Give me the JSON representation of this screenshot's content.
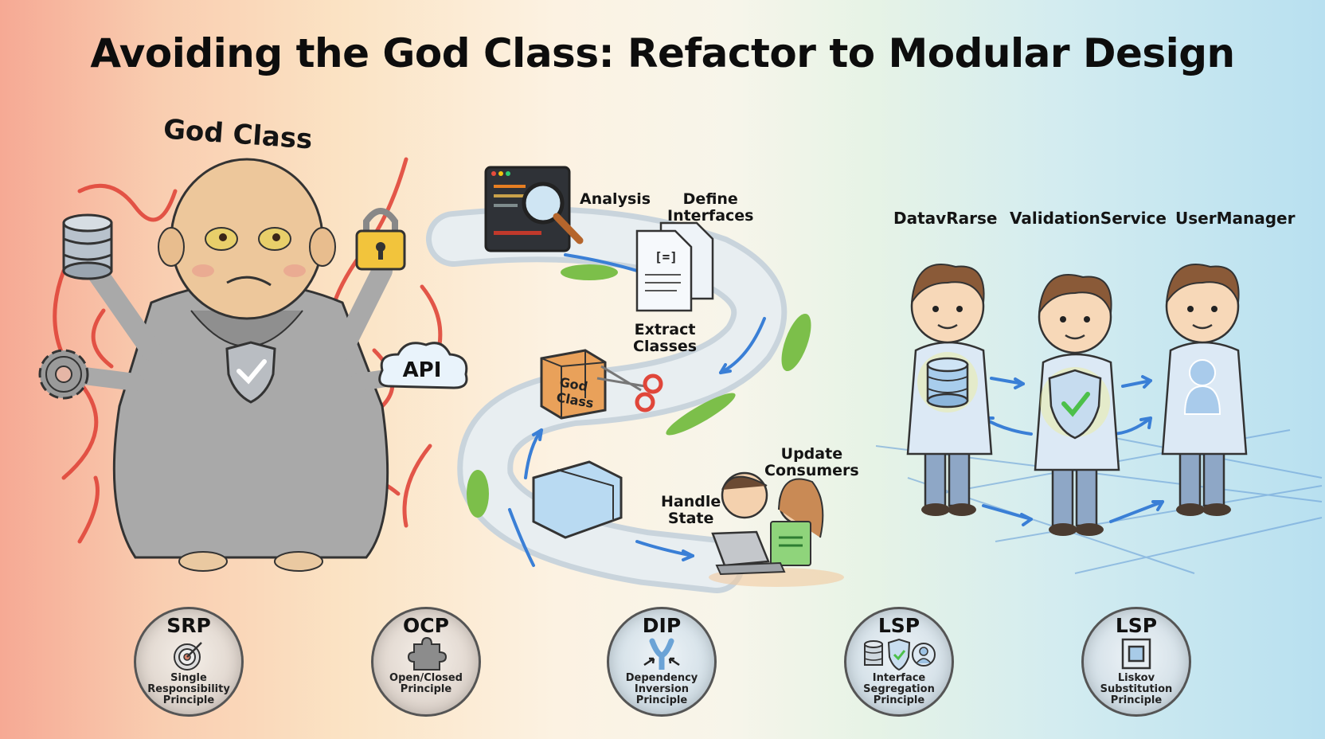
{
  "title": "Avoiding the God Class: Refactor to Modular Design",
  "god_class": {
    "label": "God Class",
    "held_items": [
      "database-icon",
      "lock-icon",
      "gear-icon",
      "shield-check-icon",
      "api-cloud-icon"
    ],
    "api_text": "API"
  },
  "refactor_path": {
    "steps": [
      {
        "label": "Analysis",
        "icon": "code-window-magnifier-icon"
      },
      {
        "label": "Define\nInterfaces",
        "icon": "documents-icon"
      },
      {
        "label": "Extract\nClasses",
        "icon": "box-scissors-icon"
      },
      {
        "label": "Handle\nState",
        "icon": "state-container-icon"
      },
      {
        "label": "Update\nConsumers",
        "icon": "users-laptop-icon"
      }
    ],
    "box_text": "God\nClass"
  },
  "services": [
    {
      "name": "DatavRarse",
      "icon": "database-icon"
    },
    {
      "name": "ValidationService",
      "icon": "shield-check-icon"
    },
    {
      "name": "UserManager",
      "icon": "user-silhouette-icon"
    }
  ],
  "principles": [
    {
      "abbr": "SRP",
      "name": "Single\nResponsibility\nPrinciple",
      "icon": "target-icon",
      "tone": "warm"
    },
    {
      "abbr": "OCP",
      "name": "Open/Closed\nPrinciple",
      "icon": "puzzle-icon",
      "tone": "warm"
    },
    {
      "abbr": "DIP",
      "name": "Dependency\nInversion\nPrinciple",
      "icon": "inversion-icon",
      "tone": "cool"
    },
    {
      "abbr": "LSP",
      "name": "Interface\nSegregation\nPrinciple",
      "icon": "db-shield-user-icon",
      "tone": "cool"
    },
    {
      "abbr": "LSP",
      "name": "Liskov\nSubstitution\nPrinciple",
      "icon": "square-icon",
      "tone": "cool"
    }
  ],
  "colors": {
    "tangle_red": "#e0463a",
    "arrow_blue": "#3a7fd6",
    "robe_gray": "#a9a9a9",
    "box_orange": "#e9a15a",
    "check_green": "#4cc04a"
  }
}
